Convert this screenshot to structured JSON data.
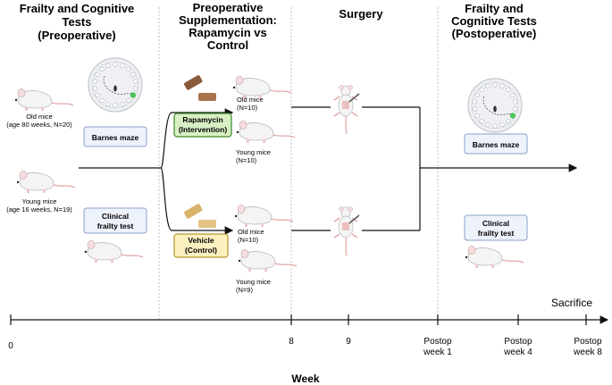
{
  "headers": {
    "preop_tests": [
      "Frailty and Cognitive",
      "Tests",
      "(Preoperative)"
    ],
    "supplementation": [
      "Preoperative",
      "Supplementation:",
      "Rapamycin vs",
      "Control"
    ],
    "surgery": "Surgery",
    "postop_tests": [
      "Frailty and",
      "Cognitive Tests",
      "(Postoperative)"
    ]
  },
  "cohorts": {
    "old": [
      "Old mice",
      "(age 80 weeks, N=20)"
    ],
    "young": [
      "Young mice",
      "(age 16 weeks, N=19)"
    ]
  },
  "tests": {
    "barnes_pre": "Barnes maze",
    "frailty_pre": [
      "Clinical",
      "frailty test"
    ],
    "barnes_post": "Barnes maze",
    "frailty_post": [
      "Clinical",
      "frailty test"
    ]
  },
  "groups": {
    "rapamycin": {
      "label": [
        "Rapamycin",
        "(Intervention)"
      ],
      "old": [
        "Old mice",
        "(N=10)"
      ],
      "young": [
        "Young mice",
        "(N=10)"
      ]
    },
    "vehicle": {
      "label": [
        "Vehicle",
        "(Control)"
      ],
      "old": [
        "Old mice",
        "(N=10)"
      ],
      "young": [
        "Young mice",
        "(N=9)"
      ]
    }
  },
  "timeline": {
    "ticks": [
      "0",
      "8",
      "9",
      [
        "Postop",
        "week 1"
      ],
      [
        "Postop",
        "week 4"
      ],
      [
        "Postop",
        "week 8"
      ]
    ],
    "sacrifice": "Sacrifice",
    "axis_label": "Week"
  },
  "colors": {
    "rapamycin_fill": "#d8f0c4",
    "rapamycin_border": "#3a8a2a",
    "vehicle_fill": "#fbf1c0",
    "vehicle_border": "#b8962a",
    "test_fill": "#eef2fb",
    "test_border": "#8aa0c8"
  }
}
